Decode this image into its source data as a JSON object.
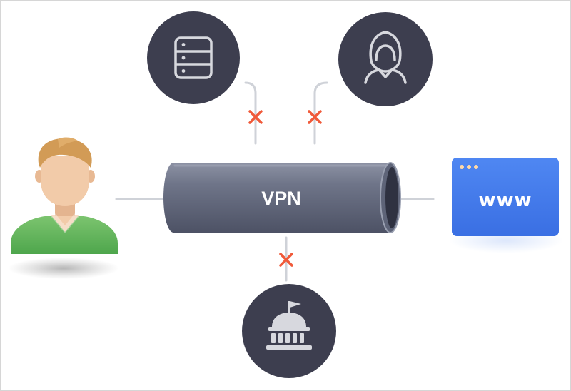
{
  "diagram": {
    "tunnel_label": "VPN",
    "website_label": "www",
    "nodes": [
      {
        "id": "user",
        "icon": "user-avatar-icon"
      },
      {
        "id": "server",
        "icon": "database-server-icon"
      },
      {
        "id": "hacker",
        "icon": "hooded-hacker-icon"
      },
      {
        "id": "government",
        "icon": "government-building-icon"
      },
      {
        "id": "website",
        "icon": "browser-window-icon"
      }
    ],
    "blocked_marks": [
      "server-blocked",
      "hacker-blocked",
      "government-blocked"
    ]
  },
  "colors": {
    "node_dark": "#3d3e4f",
    "icon_light": "#d7d8de",
    "tunnel": "#6f7589",
    "connector": "#cfd2d8",
    "blocked": "#f05a3a",
    "browser_blue": "#3f78ea",
    "user_shirt": "#5cb35a",
    "user_skin": "#f2cba9",
    "user_hair": "#d29b56"
  }
}
